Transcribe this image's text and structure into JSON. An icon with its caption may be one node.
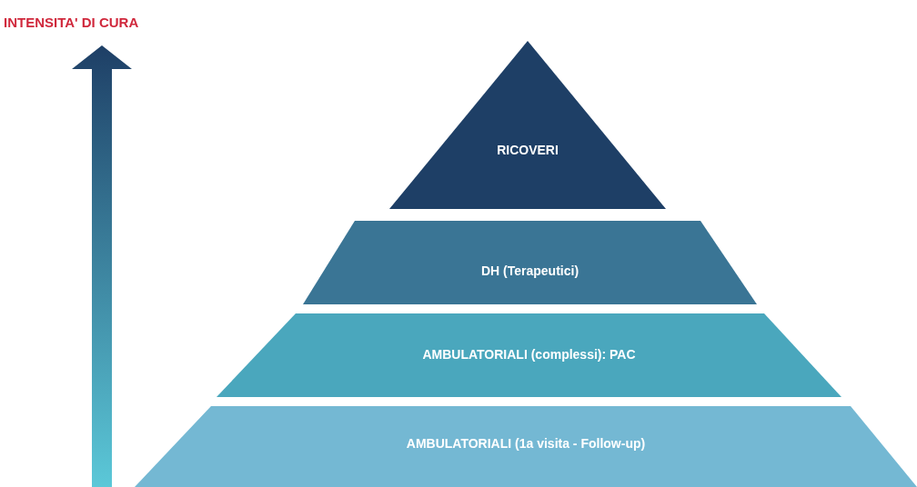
{
  "diagram": {
    "nodes": [
      {
        "text": [
          "RICOVERI"
        ]
      },
      {
        "text": [
          "DH (Terapeutici)"
        ]
      },
      {
        "text": [
          "AMBULATORIALI (complessi): PAC"
        ]
      },
      {
        "text": [
          "AMBULATORIALI (1a visita - Follow-up)"
        ]
      }
    ],
    "edges": [],
    "labels": [
      "INTENSITA' DI CURA"
    ]
  }
}
